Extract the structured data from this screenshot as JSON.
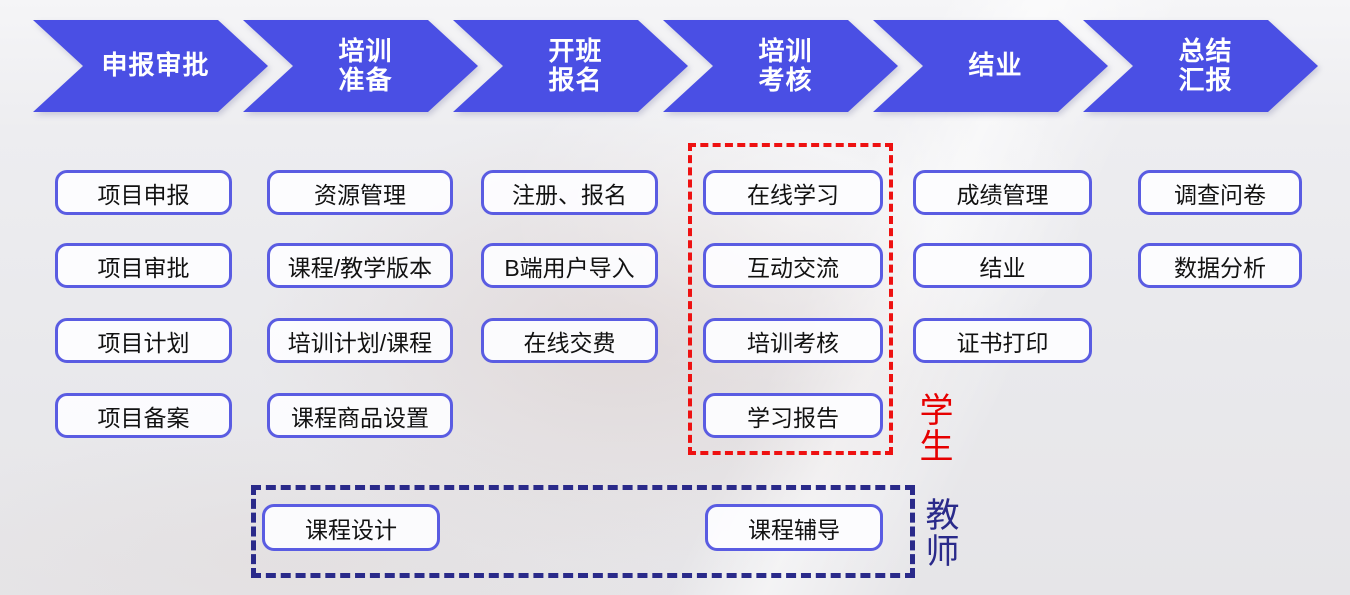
{
  "flow_steps": [
    {
      "line1": "申报审批",
      "line2": ""
    },
    {
      "line1": "培训",
      "line2": "准备"
    },
    {
      "line1": "开班",
      "line2": "报名"
    },
    {
      "line1": "培训",
      "line2": "考核"
    },
    {
      "line1": "结业",
      "line2": ""
    },
    {
      "line1": "总结",
      "line2": "汇报"
    }
  ],
  "columns": [
    {
      "step": "申报审批",
      "items": [
        "项目申报",
        "项目审批",
        "项目计划",
        "项目备案"
      ]
    },
    {
      "step": "培训准备",
      "items": [
        "资源管理",
        "课程/教学版本",
        "培训计划/课程",
        "课程商品设置"
      ]
    },
    {
      "step": "开班报名",
      "items": [
        "注册、报名",
        "B端用户导入",
        "在线交费"
      ]
    },
    {
      "step": "培训考核",
      "items": [
        "在线学习",
        "互动交流",
        "培训考核",
        "学习报告"
      ]
    },
    {
      "step": "结业",
      "items": [
        "成绩管理",
        "结业",
        "证书打印"
      ]
    },
    {
      "step": "总结汇报",
      "items": [
        "调查问卷",
        "数据分析"
      ]
    }
  ],
  "student_group": {
    "label": "学生"
  },
  "teacher_group": {
    "label": "教师",
    "items": [
      "课程设计",
      "课程辅导"
    ]
  },
  "colors": {
    "arrow_fill": "#4a4fe4",
    "box_border": "#5a5ce2",
    "student_outline": "#ee1111",
    "teacher_outline": "#2a2a8a",
    "student_label": "#e60000",
    "teacher_label": "#2a2a8a"
  }
}
